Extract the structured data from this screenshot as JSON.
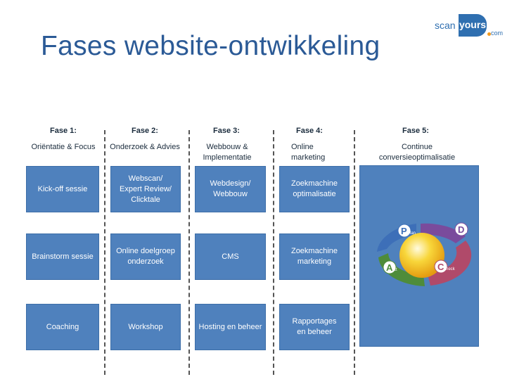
{
  "title": "Fases website-ontwikkeling",
  "logo": {
    "scan": "scan",
    "yours": "yours",
    "com": "com"
  },
  "phases": [
    {
      "header": "Fase 1:",
      "subtitle": "Oriëntatie & Focus",
      "boxes": [
        "Kick-off sessie",
        "Brainstorm sessie",
        "Coaching"
      ]
    },
    {
      "header": "Fase 2:",
      "subtitle": "Onderzoek & Advies",
      "boxes": [
        "Webscan/ Expert Review/ Clicktale",
        "Online doelgroep onderzoek",
        "Workshop"
      ]
    },
    {
      "header": "Fase 3:",
      "subtitle": "Webbouw & Implementatie",
      "boxes": [
        "Webdesign/ Webbouw",
        "CMS",
        "Hosting en beheer"
      ]
    },
    {
      "header": "Fase 4:",
      "subtitle": "Online marketing",
      "boxes": [
        "Zoekmachine optimalisatie",
        "Zoekmachine marketing",
        "Rapportages en beheer"
      ]
    },
    {
      "header": "Fase 5:",
      "subtitle": "Continue conversieoptimalisatie"
    }
  ],
  "pdca": {
    "plan": {
      "big": "P",
      "small": "lan"
    },
    "do": {
      "big": "D",
      "small": "o"
    },
    "check": {
      "big": "C",
      "small": "heck"
    },
    "act": {
      "big": "A",
      "small": "ct"
    }
  },
  "colors": {
    "title": "#2b5a96",
    "box": "#4f81bd",
    "plan": "#3d6fb8",
    "do": "#7a4b9c",
    "check": "#b04a6a",
    "act": "#4e8c3a",
    "center": "#f2c21a"
  }
}
